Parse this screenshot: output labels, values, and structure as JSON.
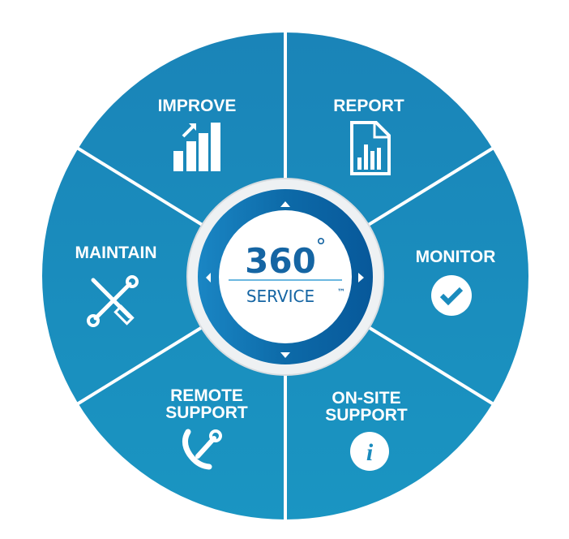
{
  "center": {
    "number": "360",
    "degree": "°",
    "service": "SERVICE",
    "trademark": "™"
  },
  "segments": [
    {
      "label_lines": [
        "IMPROVE"
      ],
      "icon": "bar-chart-up-icon"
    },
    {
      "label_lines": [
        "REPORT"
      ],
      "icon": "report-document-icon"
    },
    {
      "label_lines": [
        "MONITOR"
      ],
      "icon": "check-circle-icon"
    },
    {
      "label_lines": [
        "ON-SITE",
        "SUPPORT"
      ],
      "icon": "info-circle-icon"
    },
    {
      "label_lines": [
        "REMOTE",
        "SUPPORT"
      ],
      "icon": "phone-wrench-icon"
    },
    {
      "label_lines": [
        "MAINTAIN"
      ],
      "icon": "crossed-tools-icon"
    }
  ],
  "colors": {
    "segment": "#1a8bbd",
    "ring": "#0b67a6",
    "text": "#1565a3",
    "divider": "#ffffff"
  }
}
